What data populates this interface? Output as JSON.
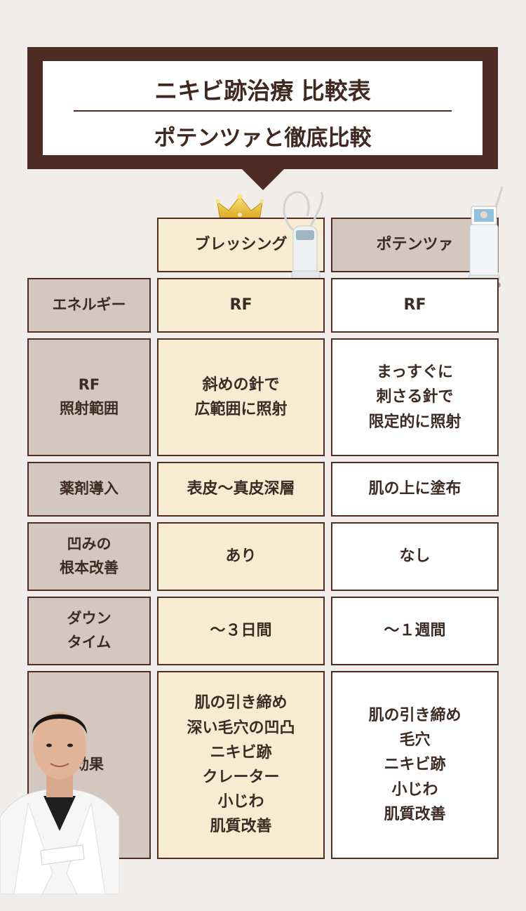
{
  "title": {
    "line1": "ニキビ跡治療 比較表",
    "line2": "ポテンツァと徹底比較"
  },
  "columns": {
    "blessing": "ブレッシング",
    "potenza": "ポテンツァ"
  },
  "rows": [
    {
      "label": "エネルギー",
      "blessing": "RF",
      "potenza": "RF"
    },
    {
      "label": "RF\n照射範囲",
      "blessing": "斜めの針で\n広範囲に照射",
      "potenza": "まっすぐに\n刺さる針で\n限定的に照射"
    },
    {
      "label": "薬剤導入",
      "blessing": "表皮〜真皮深層",
      "potenza": "肌の上に塗布"
    },
    {
      "label": "凹みの\n根本改善",
      "blessing": "あり",
      "potenza": "なし"
    },
    {
      "label": "ダウン\nタイム",
      "blessing": "〜３日間",
      "potenza": "〜１週間"
    },
    {
      "label": "効果",
      "blessing": "肌の引き締め\n深い毛穴の凹凸\nニキビ跡\nクレーター\n小じわ\n肌質改善",
      "potenza": "肌の引き締め\n毛穴\nニキビ跡\n小じわ\n肌質改善"
    }
  ],
  "icons": {
    "crown": "crown-icon",
    "blessing_device": "blessing-device-image",
    "potenza_device": "potenza-device-image",
    "doctor": "doctor-photo"
  },
  "colors": {
    "frame": "#4e2c23",
    "label_bg": "#d4c7bf",
    "highlight_bg": "#f7ebd2",
    "page_bg": "#f1edea"
  }
}
